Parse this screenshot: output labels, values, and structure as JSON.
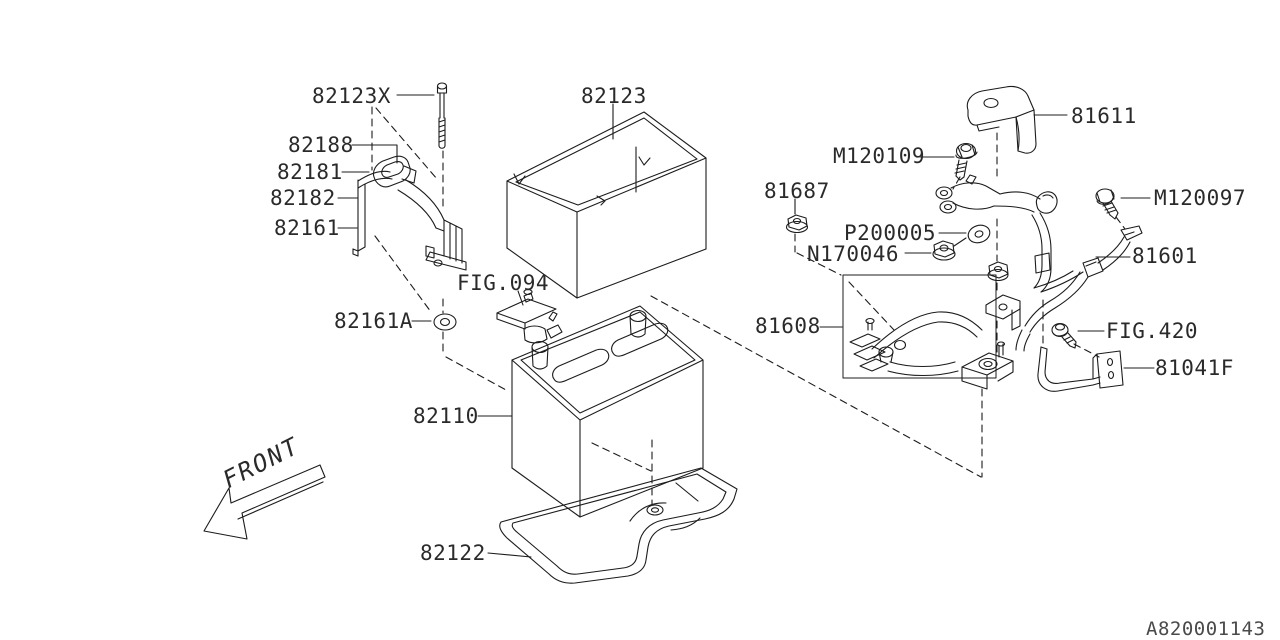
{
  "colors": {
    "background": "#ffffff",
    "line": "#1c1c1c",
    "label_text": "#2a2a2a",
    "code_text": "#4a4a4a"
  },
  "diagram": {
    "code": "A820001143",
    "front_indicator": "FRONT"
  },
  "part_labels": [
    {
      "part": "82123X"
    },
    {
      "part": "82123"
    },
    {
      "part": "82188"
    },
    {
      "part": "82181"
    },
    {
      "part": "82182"
    },
    {
      "part": "82161"
    },
    {
      "part": "FIG.094"
    },
    {
      "part": "82161A"
    },
    {
      "part": "82110"
    },
    {
      "part": "82122"
    },
    {
      "part": "81611"
    },
    {
      "part": "M120109"
    },
    {
      "part": "81687"
    },
    {
      "part": "P200005"
    },
    {
      "part": "N170046"
    },
    {
      "part": "M120097"
    },
    {
      "part": "81601"
    },
    {
      "part": "81608"
    },
    {
      "part": "FIG.420"
    },
    {
      "part": "81041F"
    }
  ]
}
